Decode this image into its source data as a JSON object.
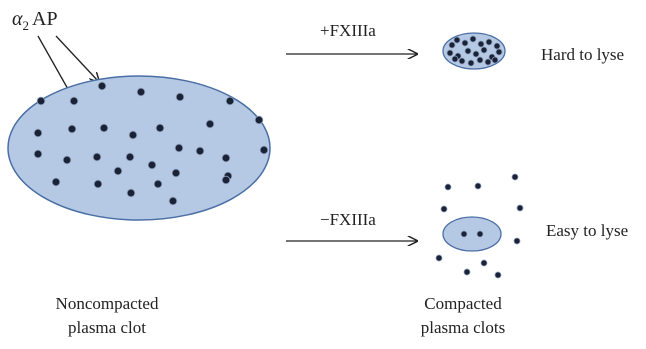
{
  "alpha2ap_label": {
    "symbol": "α",
    "subscript": "2",
    "suffix": "AP"
  },
  "plus_condition": "+FXIIIa",
  "minus_condition": "−FXIIIa",
  "hard_to_lyse": "Hard to lyse",
  "easy_to_lyse": "Easy to lyse",
  "noncompacted_caption": [
    "Noncompacted",
    "plasma clot"
  ],
  "compacted_caption": [
    "Compacted",
    "plasma clots"
  ],
  "colors": {
    "clot_fill": "#b6c9e4",
    "clot_stroke": "#4a6fa5",
    "dot_fill": "#1a2236",
    "dot_ring": "#8a9bb8",
    "arrow": "#222222"
  }
}
